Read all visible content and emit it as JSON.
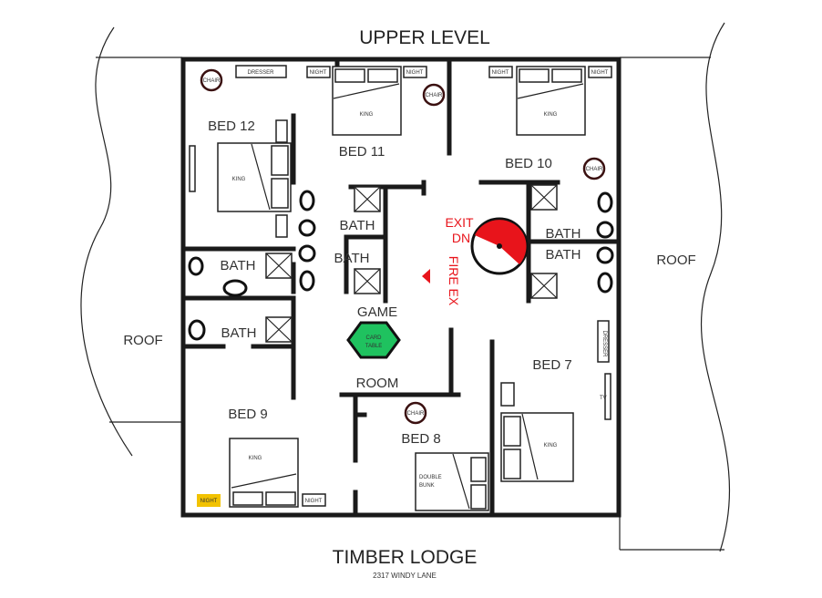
{
  "title": "UPPER LEVEL",
  "roof_left": "ROOF",
  "roof_right": "ROOF",
  "rooms": {
    "bed12": "BED 12",
    "bed11": "BED 11",
    "bed10": "BED 10",
    "bed9": "BED 9",
    "bed8": "BED 8",
    "bed7": "BED 7",
    "bath_a": "BATH",
    "bath_b": "BATH",
    "bath_c": "BATH",
    "bath_d": "BATH",
    "bath_e": "BATH",
    "bath_f": "BATH",
    "game": "GAME",
    "room": "ROOM"
  },
  "furniture": {
    "king": "KING",
    "double_bunk_1": "DOUBLE",
    "double_bunk_2": "BUNK",
    "dresser": "DRESSER",
    "night": "NIGHT",
    "chair": "CHAIR",
    "card_table_1": "CARD",
    "card_table_2": "TABLE",
    "tv": "TV"
  },
  "exit_1": "EXIT",
  "exit_2": "DN",
  "fire_ex": "FIRE EX",
  "footer": {
    "name": "TIMBER LODGE",
    "address": "2317 WINDY LANE"
  },
  "colors": {
    "card_table": "#1fc25f",
    "exit": "#e8141b",
    "night_highlight": "#f2c200"
  }
}
